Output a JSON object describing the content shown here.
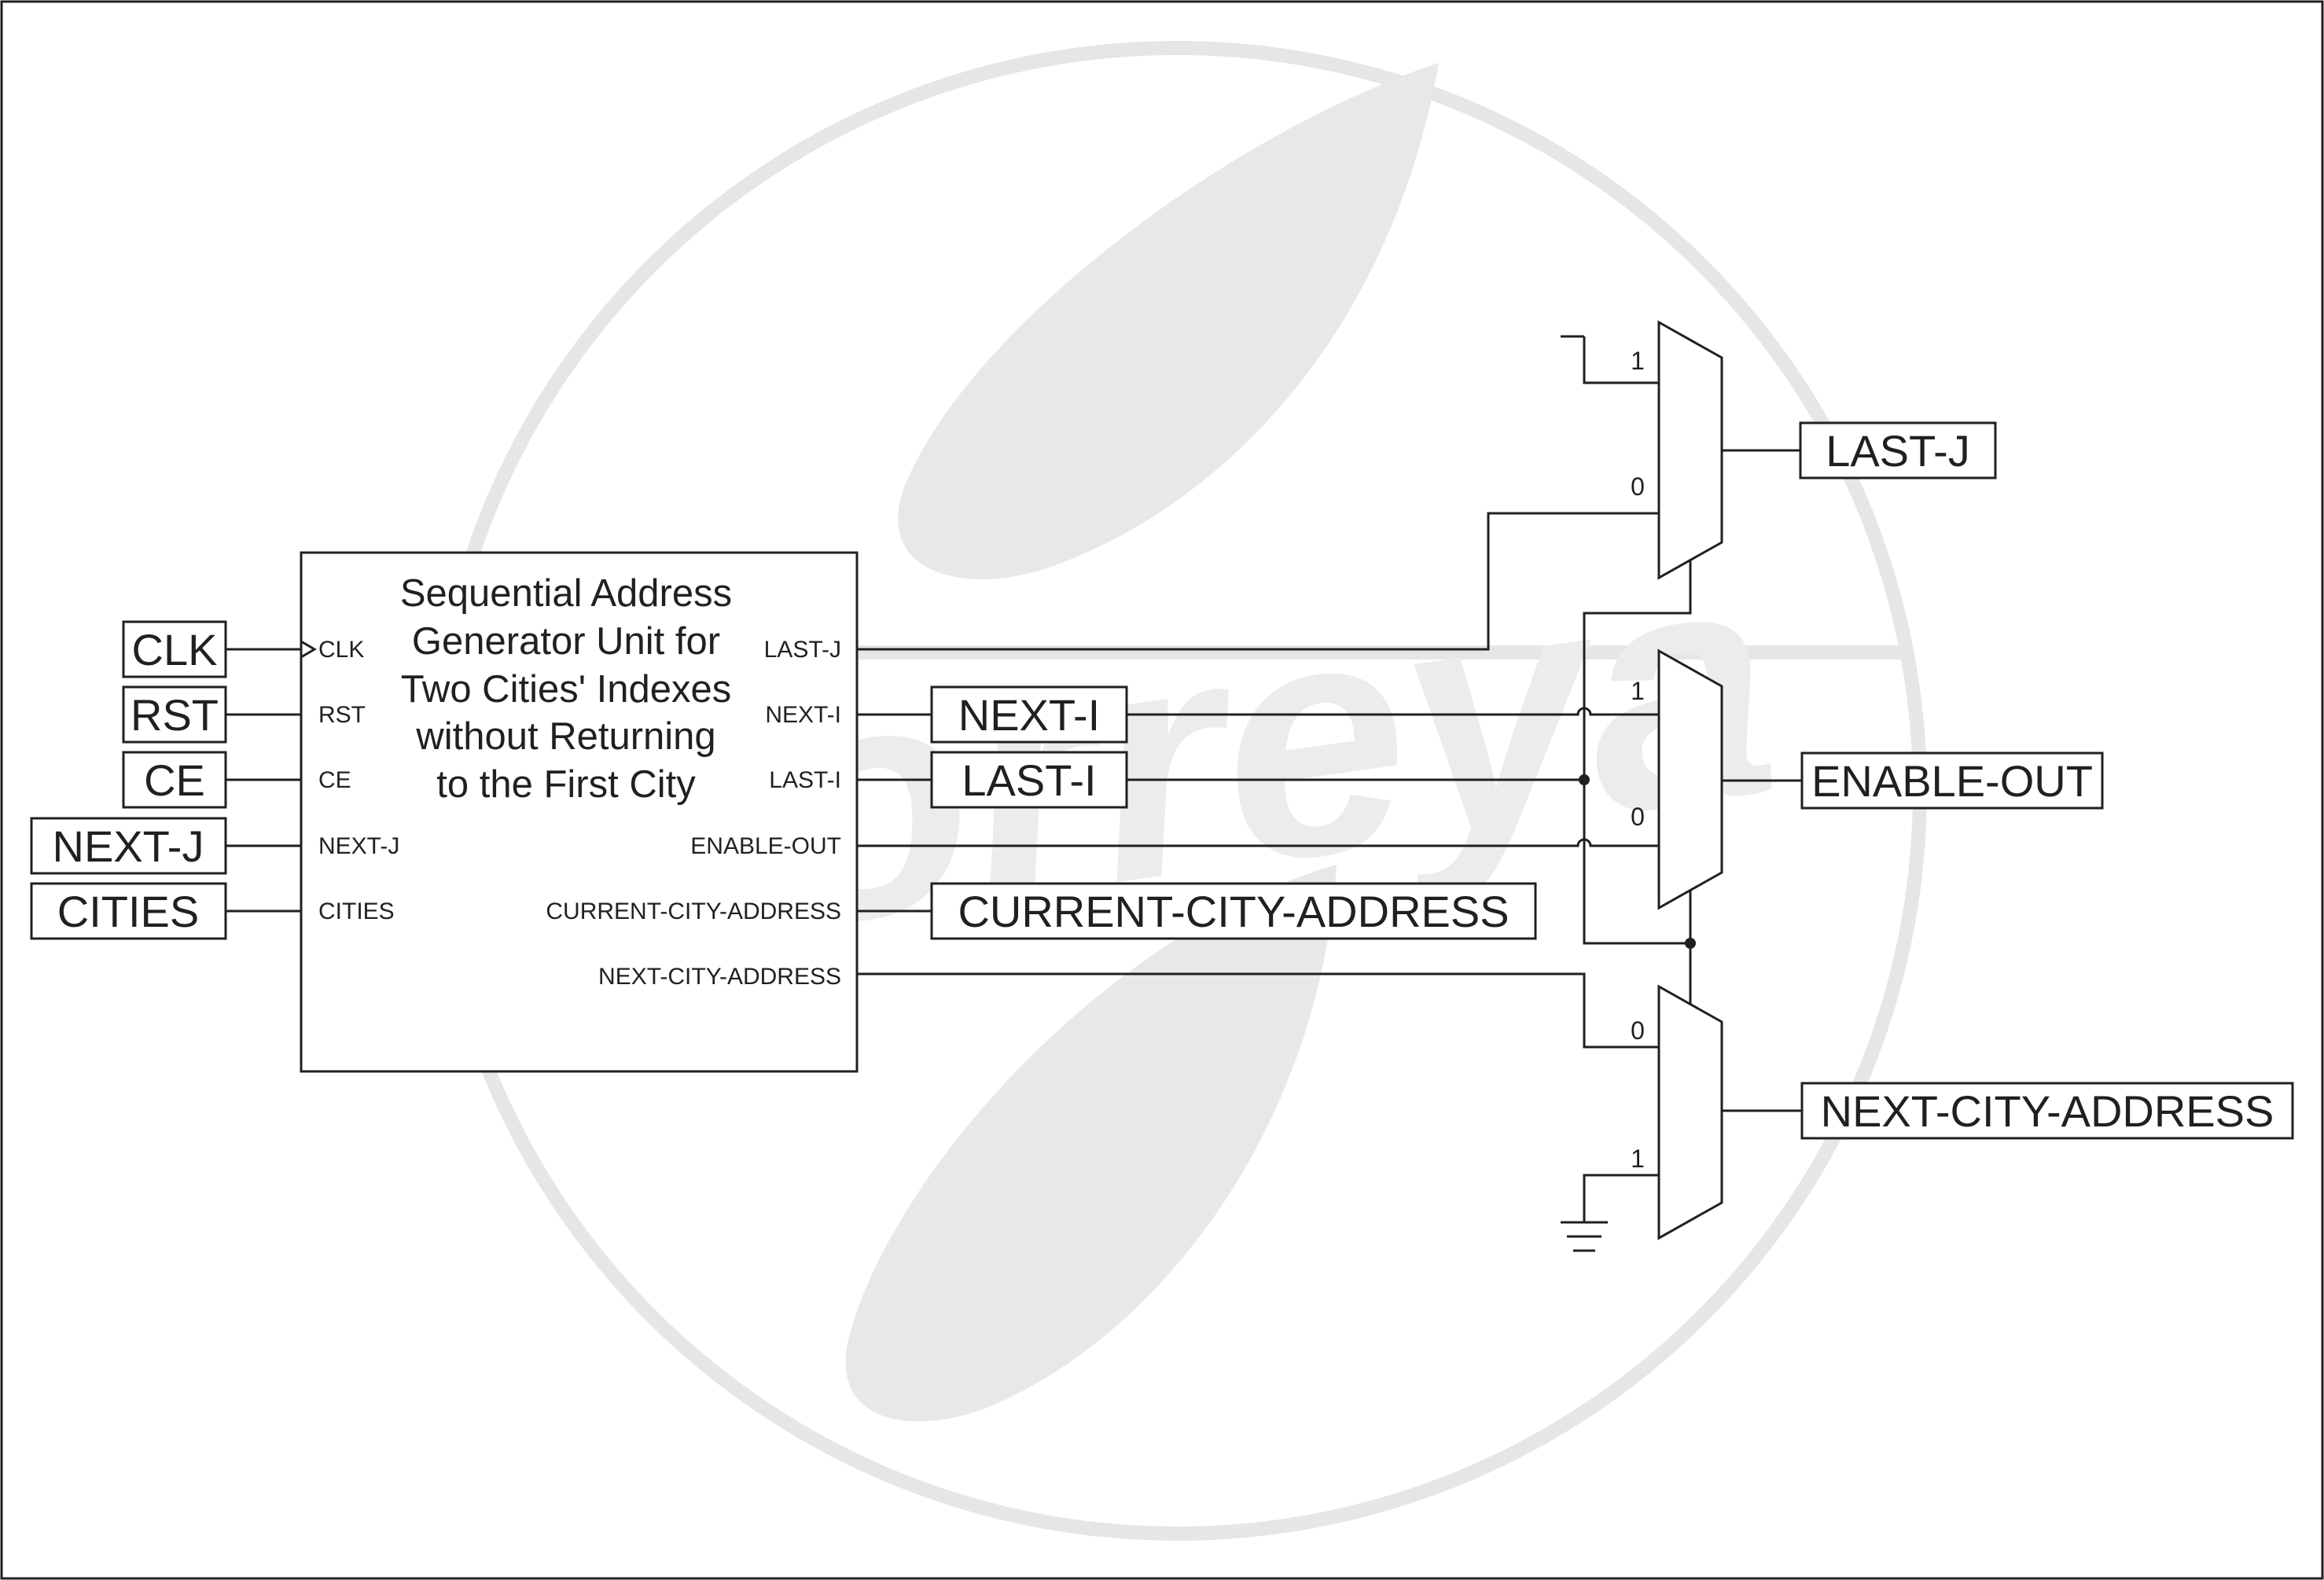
{
  "unit": {
    "title_lines": [
      "Sequential Address",
      "Generator Unit for",
      "Two Cities' Indexes",
      "without Returning",
      "to the First City"
    ],
    "inputs": [
      "CLK",
      "RST",
      "CE",
      "NEXT-J",
      "CITIES"
    ],
    "outputs": [
      "LAST-J",
      "NEXT-I",
      "LAST-I",
      "ENABLE-OUT",
      "CURRENT-CITY-ADDRESS",
      "NEXT-CITY-ADDRESS"
    ]
  },
  "input_labels": [
    "CLK",
    "RST",
    "CE",
    "NEXT-J",
    "CITIES"
  ],
  "direct_outputs": [
    "NEXT-I",
    "LAST-I",
    "CURRENT-CITY-ADDRESS"
  ],
  "mux_top": {
    "in1": "1",
    "in0": "0",
    "output": "LAST-J"
  },
  "mux_mid": {
    "in1": "1",
    "in0": "0",
    "output": "ENABLE-OUT"
  },
  "mux_bot": {
    "in0": "0",
    "in1": "1",
    "output": "NEXT-CITY-ADDRESS"
  },
  "watermark": {
    "logo_text": "Torreya"
  }
}
